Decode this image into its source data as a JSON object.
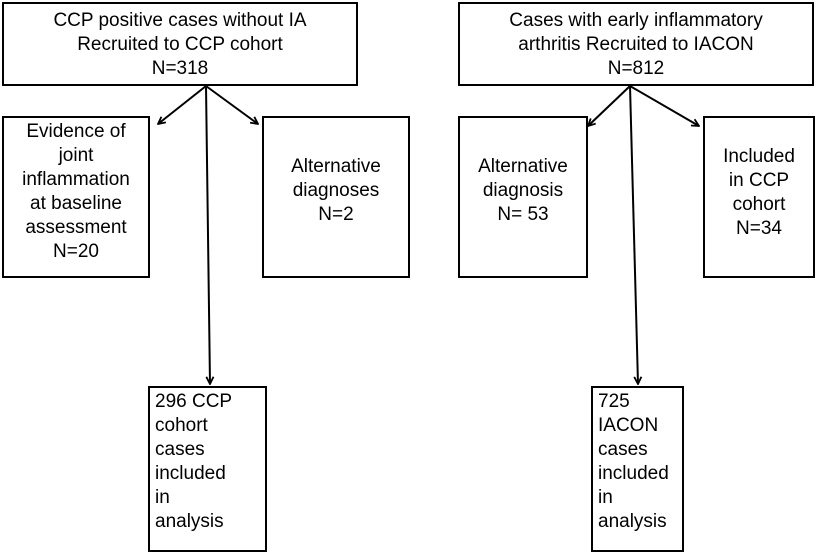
{
  "diagram": {
    "left": {
      "top_box": {
        "lines": [
          "CCP positive cases without IA",
          "Recruited to CCP cohort",
          "N=318"
        ]
      },
      "box_a": {
        "lines": [
          "Evidence of",
          "joint",
          "inflammation",
          "at baseline",
          "assessment",
          "N=20"
        ]
      },
      "box_b": {
        "lines": [
          "Alternative",
          "diagnoses",
          "N=2"
        ]
      },
      "bottom_box": {
        "lines": [
          "296 CCP",
          "cohort",
          "cases",
          "included",
          "in",
          "analysis"
        ]
      }
    },
    "right": {
      "top_box": {
        "lines": [
          "Cases with early inflammatory",
          "arthritis Recruited to IACON",
          "N=812"
        ]
      },
      "box_a": {
        "lines": [
          "Alternative",
          "diagnosis",
          "N= 53"
        ]
      },
      "box_b": {
        "lines": [
          "Included",
          "in CCP",
          "cohort",
          "N=34"
        ]
      },
      "bottom_box": {
        "lines": [
          "725",
          "IACON",
          "cases",
          "included",
          "in",
          "analysis"
        ]
      }
    }
  }
}
